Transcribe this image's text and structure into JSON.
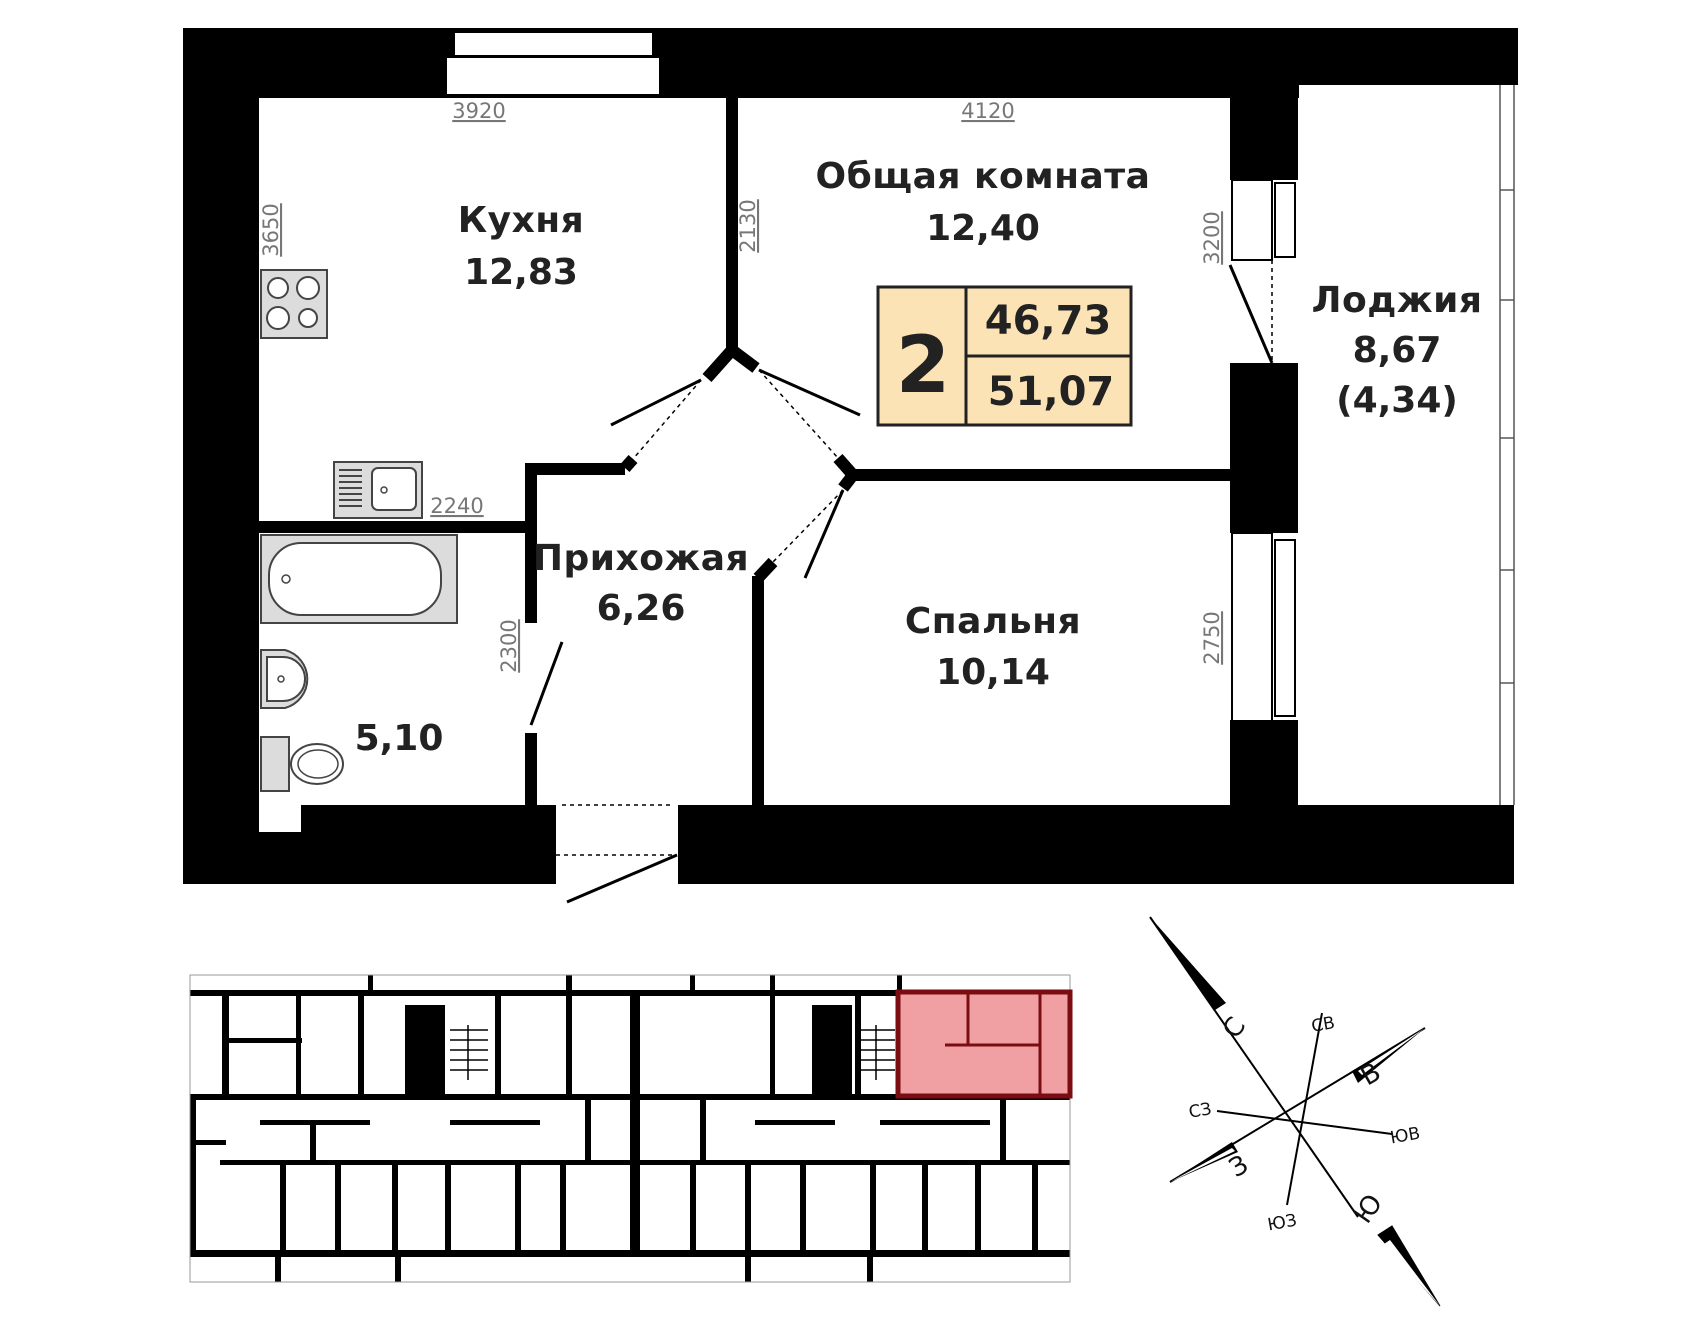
{
  "rooms": {
    "kitchen": {
      "name": "Кухня",
      "area": "12,83"
    },
    "living": {
      "name": "Общая комната",
      "area": "12,40"
    },
    "loggia": {
      "name": "Лоджия",
      "area": "8,67",
      "area_reduced": "(4,34)"
    },
    "hall": {
      "name": "Прихожая",
      "area": "6,26"
    },
    "bedroom": {
      "name": "Спальня",
      "area": "10,14"
    },
    "bathroom": {
      "area": "5,10"
    }
  },
  "dimensions": {
    "kitchen_width": "3920",
    "living_width": "4120",
    "kitchen_depth": "3650",
    "living_depth": "2130",
    "loggia_depth": "3200",
    "bath_width": "2240",
    "hall_depth": "2300",
    "bedroom_depth": "2750"
  },
  "badge": {
    "rooms": "2",
    "living_area": "46,73",
    "total_area": "51,07",
    "fill_color": "#fbe3b6"
  },
  "floor_key": {
    "highlight_color": "#f0a0a2",
    "highlight_border": "#7a0c12"
  },
  "compass": {
    "north": "С",
    "south": "Ю",
    "east": "В",
    "west": "З",
    "northeast": "СВ",
    "northwest": "СЗ",
    "southeast": "ЮВ",
    "southwest": "ЮЗ"
  }
}
